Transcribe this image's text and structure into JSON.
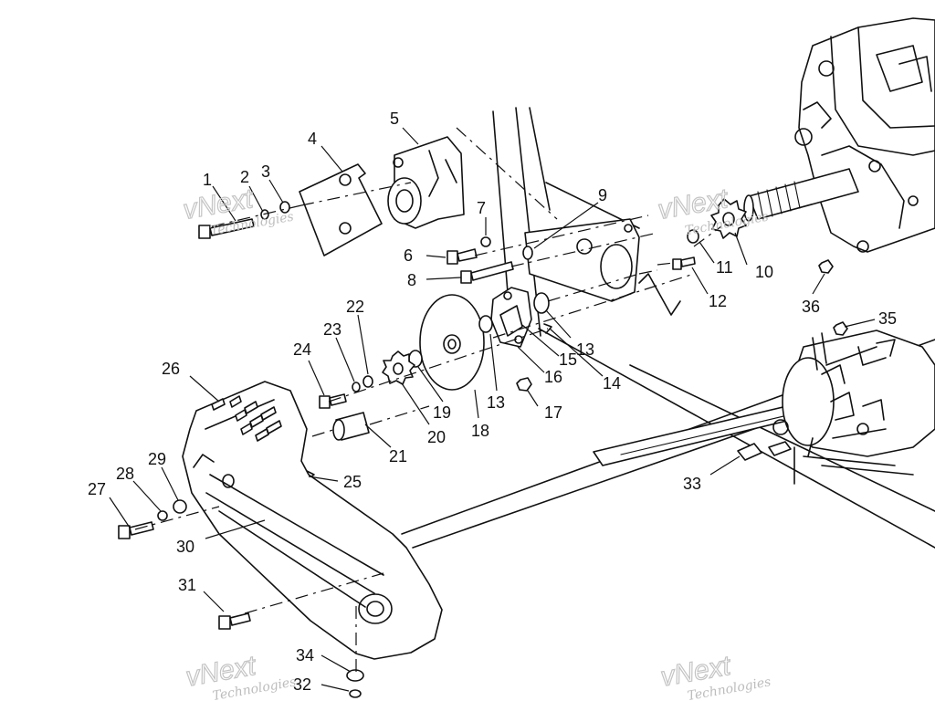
{
  "diagram": {
    "callouts": [
      "1",
      "2",
      "3",
      "4",
      "5",
      "6",
      "7",
      "8",
      "9",
      "10",
      "11",
      "12",
      "13",
      "13",
      "14",
      "15",
      "16",
      "17",
      "18",
      "19",
      "20",
      "21",
      "22",
      "23",
      "24",
      "25",
      "26",
      "27",
      "28",
      "29",
      "30",
      "31",
      "32",
      "33",
      "34",
      "35",
      "36"
    ],
    "watermarks": [
      {
        "line1": "vNext",
        "line2": "Technologies"
      },
      {
        "line1": "vNext",
        "line2": "Technologies"
      },
      {
        "line1": "vNext",
        "line2": "Technologies"
      },
      {
        "line1": "vNext",
        "line2": "Technologies"
      }
    ]
  }
}
